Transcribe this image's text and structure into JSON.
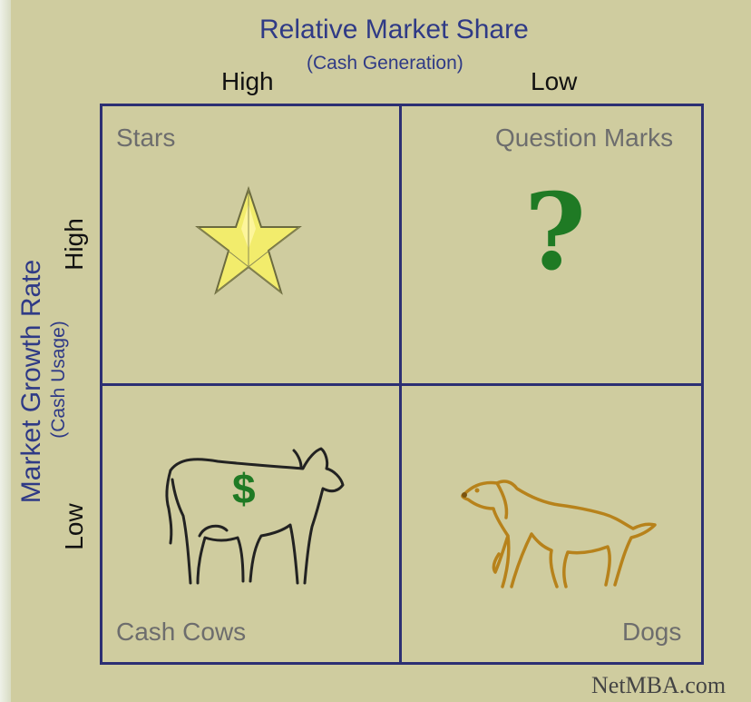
{
  "x_axis": {
    "title": "Relative Market Share",
    "subtitle": "(Cash Generation)",
    "high": "High",
    "low": "Low"
  },
  "y_axis": {
    "title": "Market Growth Rate",
    "subtitle": "(Cash Usage)",
    "high": "High",
    "low": "Low"
  },
  "quadrants": {
    "stars": "Stars",
    "question_marks": "Question Marks",
    "cash_cows": "Cash Cows",
    "dogs": "Dogs"
  },
  "icons": {
    "question": "?",
    "dollar": "$"
  },
  "watermark": "NetMBA.com",
  "colors": {
    "axis_title": "#2f3a86",
    "grid": "#2c2f73",
    "quadrant_label": "#6d6d6d",
    "star": "#f2ec6c",
    "question": "#1f7a24",
    "dog": "#b7821b"
  }
}
